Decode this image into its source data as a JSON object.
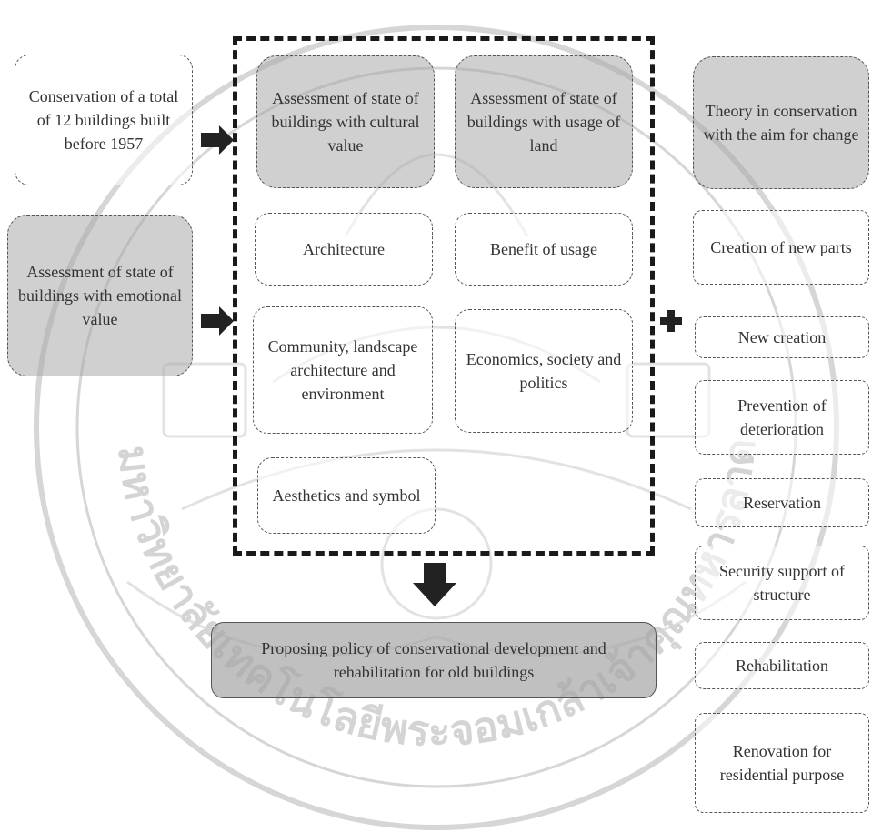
{
  "left": {
    "conservation": "Conservation of a total of 12 buildings built before 1957",
    "emotional": "Assessment of state of buildings with emotional value"
  },
  "center": {
    "cultural": "Assessment of state of buildings with cultural value",
    "land": "Assessment of state of buildings with usage of land",
    "architecture": "Architecture",
    "benefit": "Benefit of usage",
    "community": "Community, landscape architecture and environment",
    "economics": "Economics, society and politics",
    "aesthetics": "Aesthetics and symbol"
  },
  "right": {
    "theory": "Theory in conservation with the aim for change",
    "items": [
      "Creation of new parts",
      "New creation",
      "Prevention of deterioration",
      "Reservation",
      "Security support of structure",
      "Rehabilitation",
      "Renovation for residential purpose"
    ]
  },
  "bottom": {
    "policy": "Proposing policy of conservational development and rehabilitation for old buildings"
  },
  "watermark": {
    "text": "มหาวิทยาลัยเทคโนโลยีพระจอมเกล้าเจ้าคุณทหารลาดกระบัง"
  }
}
